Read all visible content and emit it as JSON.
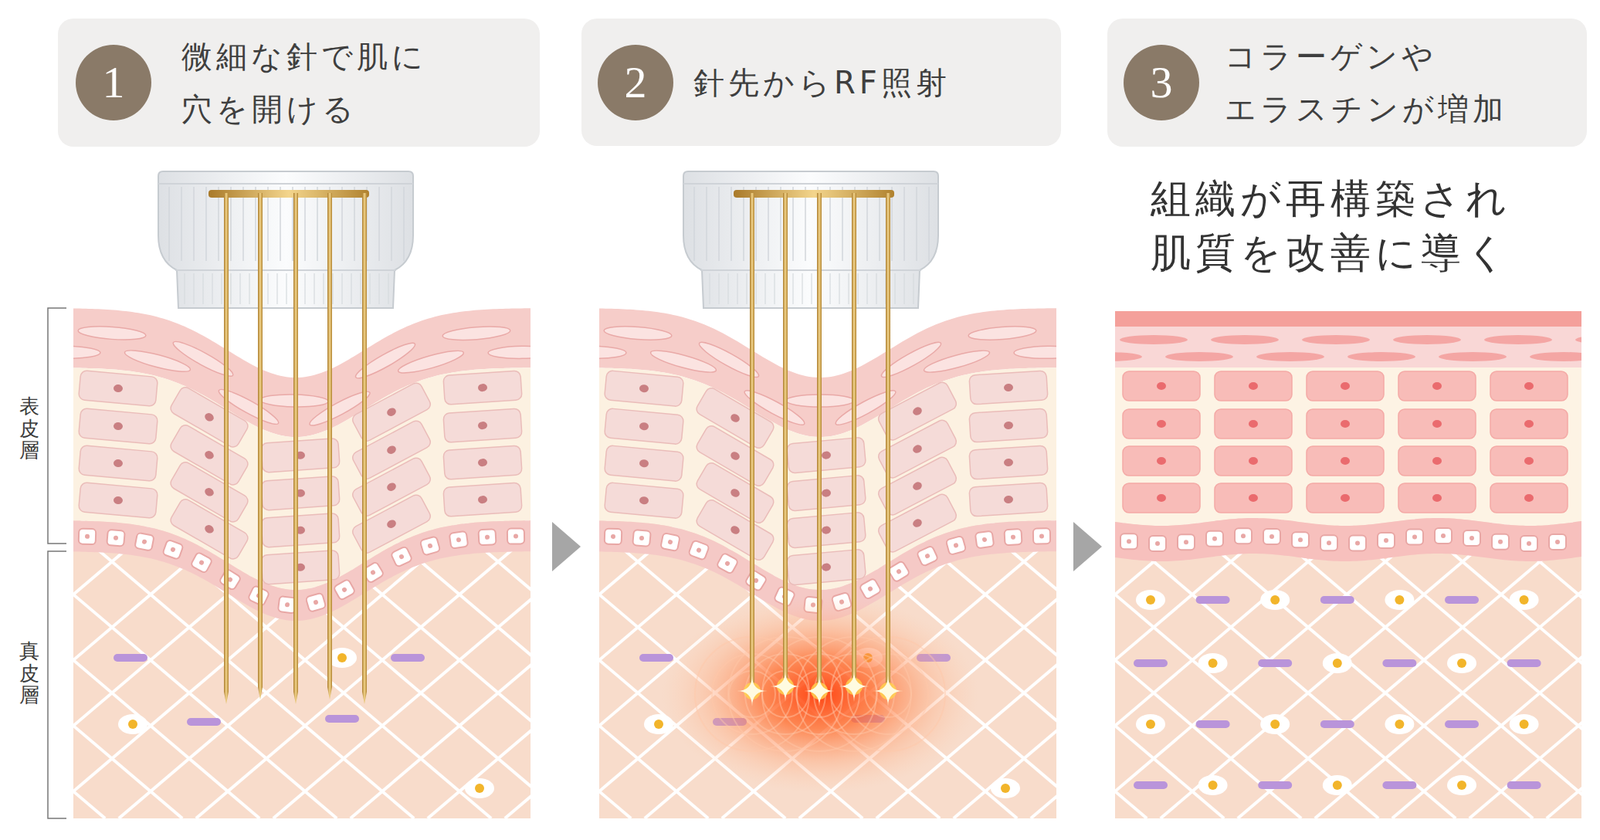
{
  "diagram": {
    "nodes": [
      {
        "text": [
          "微細な針で肌に 穴を開ける"
        ]
      },
      {
        "text": [
          "1"
        ],
        "in": 0
      },
      {
        "text": [
          "針先からRF照射"
        ]
      },
      {
        "text": [
          "2"
        ],
        "in": 2
      },
      {
        "text": [
          "コラーゲンや エラスチンが増加"
        ]
      },
      {
        "text": [
          "3"
        ],
        "in": 4
      }
    ],
    "labels": [
      "組織が再構築され 肌質を改善に導く",
      "表皮層",
      "真皮層"
    ]
  }
}
